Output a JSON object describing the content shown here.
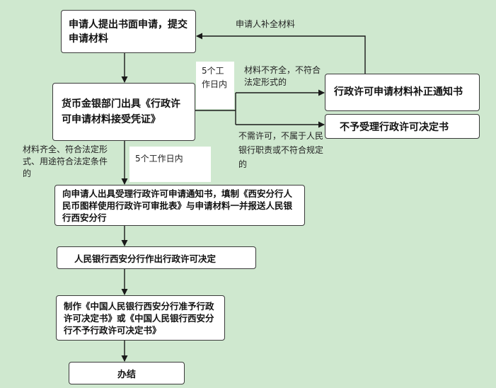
{
  "nodes": {
    "submit": "申请人提出书面申请，提交申请材料",
    "receipt": "货币金银部门出具《行政许可申请材料接受凭证》",
    "supplement_notice": "行政许可申请材料补正通知书",
    "not_accept": "不予受理行政许可决定书",
    "accept_notice": "向申请人出具受理行政许可申请通知书，填制《西安分行人民币图样使用行政许可审批表》与申请材料一并报送人民银行西安分行",
    "decision": "人民银行西安分行作出行政许可决定",
    "make_doc": "制作《中国人民银行西安分行准予行政许可决定书》或《中国人民银行西安分行不予行政许可决定书》",
    "done": "办结"
  },
  "labels": {
    "resubmit": "申请人补全材料",
    "incomplete": "材料不齐全，不符合法定形式的",
    "five_days_a": "5个工作日内",
    "not_required": "不需许可，不属于人民银行职责或不符合规定的",
    "complete": "材料齐全、符合法定形式、用途符合法定条件的",
    "five_days_b": "5个工作日内"
  },
  "colors": {
    "background": "#cfe8cf",
    "box": "#ffffff",
    "line": "#1a1a1a"
  }
}
